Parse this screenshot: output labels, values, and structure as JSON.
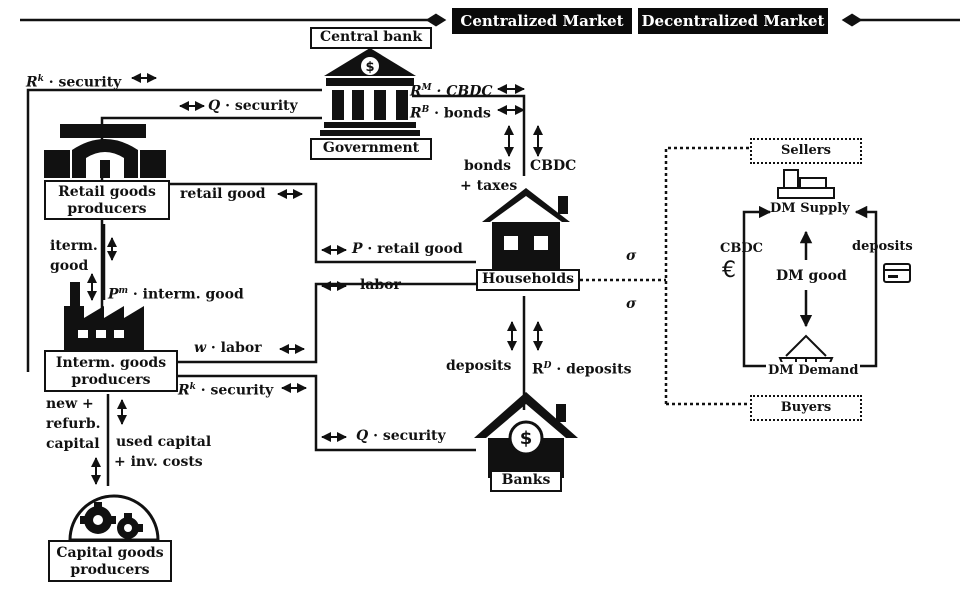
{
  "headers": {
    "centralized": "Centralized Market",
    "decentralized": "Decentralized Market"
  },
  "nodes": {
    "central_bank": "Central bank",
    "government": "Government",
    "retail_line1": "Retail goods",
    "retail_line2": "producers",
    "interm_line1": "Interm. goods",
    "interm_line2": "producers",
    "capital_line1": "Capital goods",
    "capital_line2": "producers",
    "households": "Households",
    "banks": "Banks",
    "sellers": "Sellers",
    "buyers": "Buyers",
    "dm_supply": "DM Supply",
    "dm_demand": "DM Demand"
  },
  "labels": {
    "rk_security_top_sym": "R",
    "rk_security_top_sup": "k",
    "rk_security_top_txt": " · security",
    "q_security_top_sym": "Q",
    "q_security_top_txt": " ·  security",
    "rm_cbdc_sym": "R",
    "rm_cbdc_sup": "M",
    "rm_cbdc_txt": " · CBDC",
    "rb_bonds_sym": "R",
    "rb_bonds_sup": "B",
    "rb_bonds_txt": " · bonds",
    "bonds": "bonds",
    "taxes": "+ taxes",
    "cbdc_hh": "CBDC",
    "retail_good": "retail good",
    "p_retail_sym": "P",
    "p_retail_txt": " · retail good",
    "iterm": "iterm.",
    "good": "good",
    "pm_sym": "P",
    "pm_sup": "m",
    "pm_txt": " · interm. good",
    "labor": "labor",
    "w_labor_sym": "w",
    "w_labor_txt": " · labor",
    "rk_security_mid_sym": "R",
    "rk_security_mid_sup": "k",
    "rk_security_mid_txt": " · security",
    "q_security_bot_sym": "Q",
    "q_security_bot_txt": " ·  security",
    "deposits": "deposits",
    "rd_sym": "R",
    "rd_sup": "D",
    "rd_txt": " · deposits",
    "new": "new +",
    "refurb": "refurb.",
    "capital": "capital",
    "used_capital": "used capital",
    "inv_costs": "+ inv. costs",
    "sigma_top": "σ",
    "sigma_bot": "σ",
    "cbdc_dm": "CBDC",
    "euro": "€",
    "dm_good": "DM good",
    "deposits_dm": "deposits"
  },
  "icons": {
    "dollar": "$"
  }
}
